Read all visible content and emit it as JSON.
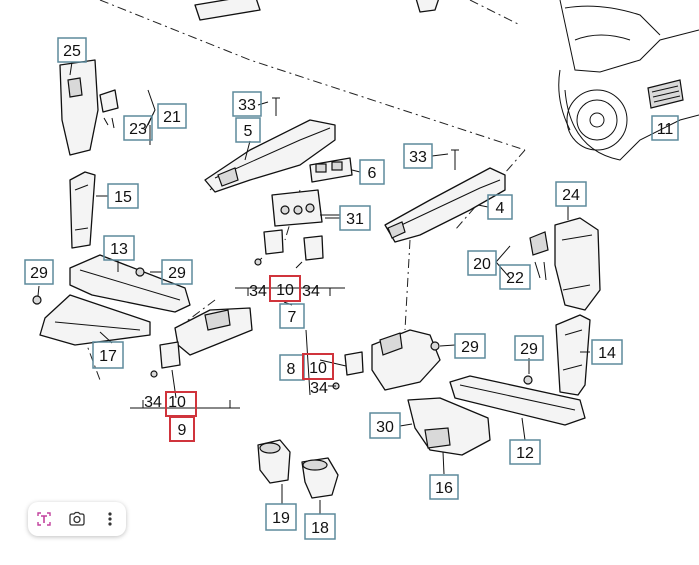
{
  "callouts": {
    "c25": "25",
    "c21": "21",
    "c23": "23",
    "c33a": "33",
    "c5": "5",
    "c6": "6",
    "c33b": "33",
    "c4": "4",
    "c11": "11",
    "c15": "15",
    "c31": "31",
    "c24": "24",
    "c13": "13",
    "c29a": "29",
    "c29b": "29",
    "c20": "20",
    "c22": "22",
    "c34a": "34",
    "c10a": "10",
    "c34b": "34",
    "c7": "7",
    "c17": "17",
    "c29c": "29",
    "c29d": "29",
    "c14": "14",
    "c8": "8",
    "c10b": "10",
    "c34c": "34",
    "c34d": "34",
    "c10c": "10",
    "c9": "9",
    "c30": "30",
    "c12": "12",
    "c16": "16",
    "c19": "19",
    "c18": "18"
  },
  "toolbar": {
    "icons": [
      "text-select-icon",
      "lens-icon",
      "more-icon"
    ],
    "accent": "#c2409d"
  },
  "colors": {
    "callout_border": "#5d8a9c",
    "highlight_border": "#d0343c"
  }
}
